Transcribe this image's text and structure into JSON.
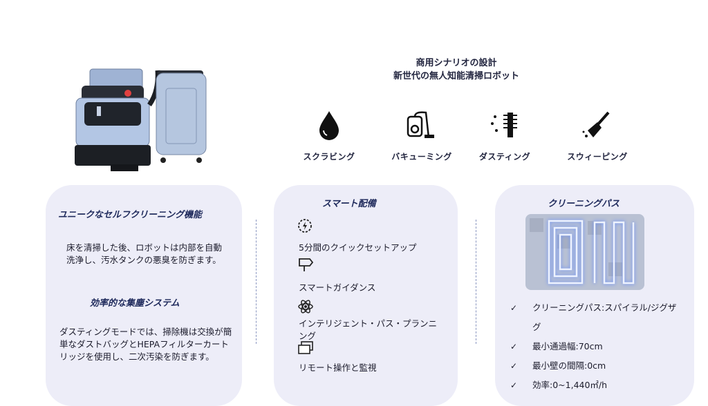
{
  "header": {
    "line1": "商用シナリオの設計",
    "line2": "新世代の無人知能清掃ロボット"
  },
  "features": [
    {
      "label": "スクラビング",
      "icon": "water-drop-icon"
    },
    {
      "label": "バキューミング",
      "icon": "vacuum-icon"
    },
    {
      "label": "ダスティング",
      "icon": "duster-brush-icon"
    },
    {
      "label": "スウィーピング",
      "icon": "broom-icon"
    }
  ],
  "card1": {
    "title1": "ユニークなセルフクリーニング機能",
    "text1": "床を清掃した後、ロボットは内部を自動洗浄し、汚水タンクの悪臭を防ぎます。",
    "title2": "効率的な集塵システム",
    "text2": "ダスティングモードでは、掃除機は交換が簡単なダストバッグとHEPAフィルターカートリッジを使用し、二次汚染を防ぎます。"
  },
  "card2": {
    "title": "スマート配備",
    "items": [
      {
        "label": "5分間のクイックセットアップ",
        "icon": "quick-setup-icon"
      },
      {
        "label": "スマートガイダンス",
        "icon": "signpost-icon"
      },
      {
        "label": "インテリジェント・パス・プランニング",
        "icon": "atom-icon"
      },
      {
        "label": "リモート操作と監視",
        "icon": "remote-screens-icon"
      }
    ]
  },
  "card3": {
    "title": "クリーニングパス",
    "specs": [
      "クリーニングパス:スパイラル/ジグザグ",
      "最小通過幅:70cm",
      "最小壁の間隔:0cm",
      "効率:0~1,440㎡/h"
    ],
    "check_glyph": "✓"
  },
  "colors": {
    "card_bg": "#ededf8",
    "robot_body": "#a9bedc",
    "path_glow": "#5a86ff"
  }
}
